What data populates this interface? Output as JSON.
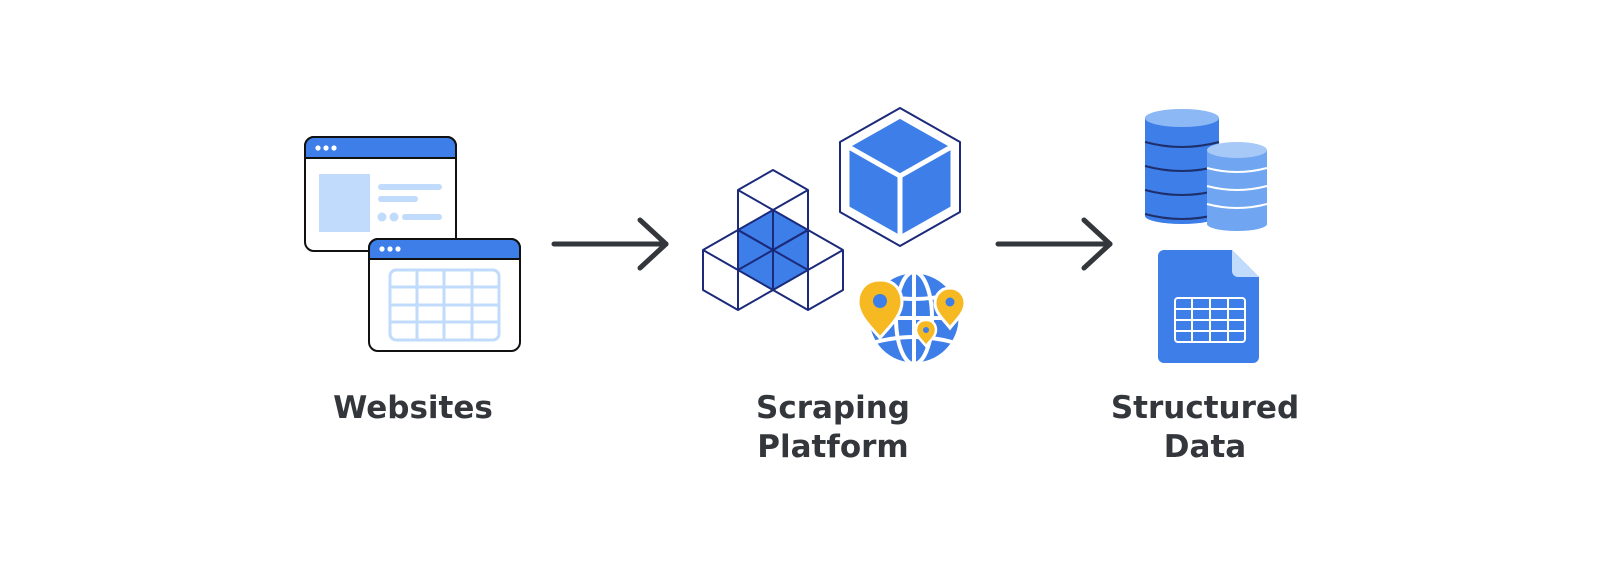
{
  "colors": {
    "blue": "#3d7ee8",
    "light_blue": "#c0dbfb",
    "mid_blue": "#8cb8f6",
    "navy": "#1b2a7a",
    "yellow": "#f6b921",
    "dark": "#33363b",
    "outline": "#111111"
  },
  "icons": {
    "websites": "browser-windows-icon",
    "platform": "cubes-network-icon",
    "data": "database-spreadsheet-icon",
    "arrow": "right-arrow-icon"
  },
  "steps": [
    {
      "id": "websites",
      "label_lines": [
        "Websites"
      ]
    },
    {
      "id": "scraping-platform",
      "label_lines": [
        "Scraping",
        "Platform"
      ]
    },
    {
      "id": "structured-data",
      "label_lines": [
        "Structured",
        "Data"
      ]
    }
  ]
}
